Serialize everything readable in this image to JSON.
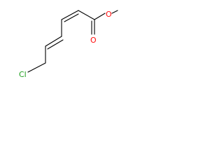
{
  "molecule": {
    "atoms": {
      "chlorine": "Cl",
      "carbonyl_oxygen": "O",
      "ester_oxygen": "O"
    }
  },
  "colors": {
    "bond": "#000000",
    "chlorine": "#1fa01f",
    "oxygen": "#ff0d0d",
    "background": "#ffffff"
  }
}
